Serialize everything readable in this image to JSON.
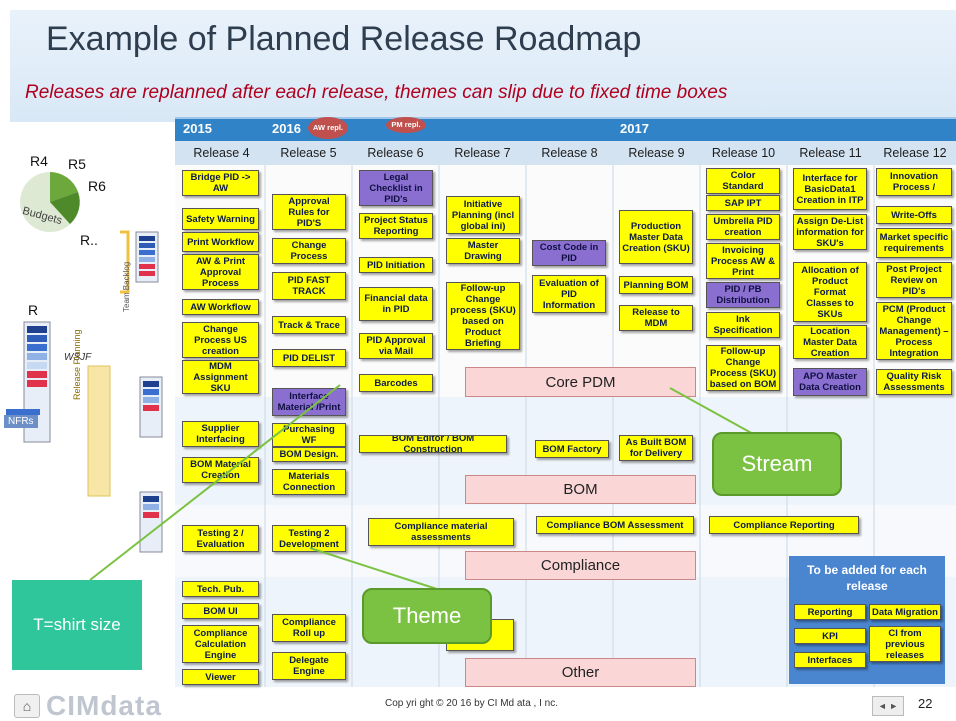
{
  "title": "Example of Planned Release Roadmap",
  "subtitle": "Releases are replanned after each release, themes can slip due to fixed time boxes",
  "years": [
    "2015",
    "2016",
    "2017"
  ],
  "ovals": [
    "AW repl.",
    "PM repl."
  ],
  "releases": [
    "Release 4",
    "Release 5",
    "Release 6",
    "Release 7",
    "Release 8",
    "Release 9",
    "Release 10",
    "Release 11",
    "Release 12"
  ],
  "left_labels": {
    "r4": "R4",
    "r5": "R5",
    "r6": "R6",
    "rdots": "R..",
    "budgets": "Budgets",
    "r": "R",
    "wsjf": "WSJF",
    "nfrs": "NFRs",
    "team_backlog": "Team Backlog",
    "release_planning": "Release Planning"
  },
  "boxes": {
    "c4": [
      "Bridge PID -> AW",
      "Safety Warning",
      "Print Workflow",
      "AW & Print Approval Process",
      "AW Workflow",
      "Change Process US creation",
      "MDM Assignment SKU",
      "Supplier Interfacing",
      "BOM Material Creation",
      "Testing 2 / Evaluation",
      "Tech. Pub.",
      "BOM UI",
      "Compliance Calculation Engine",
      "Viewer"
    ],
    "c5": [
      "Approval Rules for PID'S",
      "Change Process",
      "PID FAST TRACK",
      "Track & Trace",
      "PID DELIST",
      "Interface Material /Print",
      "Purchasing WF",
      "BOM Design.",
      "Materials Connection",
      "Testing 2 Development",
      "Compliance Roll up",
      "Delegate Engine"
    ],
    "c6": [
      "Legal Checklist in PID's",
      "Project Status Reporting",
      "PID Initiation",
      "Financial data in PID",
      "PID Approval via Mail",
      "Barcodes",
      "BOM Editor / BOM Construction"
    ],
    "c7": [
      "Initiative Planning (incl global ini)",
      "Master Drawing",
      "Follow-up Change process (SKU) based on Product Briefing",
      "Compliance material assessments",
      "W.O."
    ],
    "c8": [
      "Cost Code in PID",
      "Evaluation of PID Information",
      "BOM Factory"
    ],
    "c9": [
      "Production Master Data Creation (SKU)",
      "Planning BOM",
      "Release to MDM",
      "As Built BOM for Delivery",
      "Compliance BOM Assessment"
    ],
    "c10": [
      "Color Standard",
      "SAP IPT",
      "Umbrella PID creation",
      "Invoicing Process AW & Print",
      "PID / PB Distribution",
      "Ink Specification",
      "Follow-up Change Process (SKU) based on BOM",
      "Compliance Reporting"
    ],
    "c11": [
      "Interface for BasicData1 Creation in ITP",
      "Assign De-List information for SKU's",
      "Allocation of Product Format Classes to SKUs",
      "Location Master Data Creation",
      "APO Master Data Creation"
    ],
    "c12": [
      "Innovation Process /",
      "Write-Offs",
      "Market specific requirements",
      "Post Project Review on PID's",
      "PCM (Product Change Management) – Process Integration",
      "Quality Risk Assessments"
    ]
  },
  "streams": [
    "Core PDM",
    "BOM",
    "Compliance",
    "Other"
  ],
  "callouts": {
    "stream": "Stream",
    "theme": "Theme",
    "tshirt": "T=shirt size"
  },
  "add_panel": {
    "heading": "To be added for each release",
    "items": [
      "Reporting",
      "Data Migration",
      "KPI",
      "CI from previous releases",
      "Interfaces"
    ]
  },
  "footer": {
    "copyright": "Cop yri ght © 20 16 by CI Md ata , I nc.",
    "page": "22",
    "logo": "CIMdata"
  }
}
